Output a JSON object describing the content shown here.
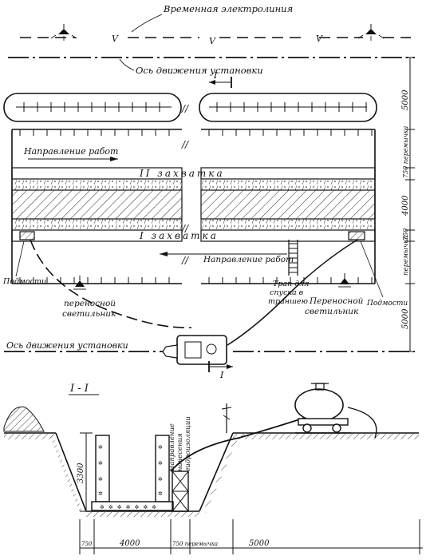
{
  "labels": {
    "temp_power_line": "Временная электролиния",
    "line_marker": "V",
    "axis_top": "Ось движения установки",
    "axis_bottom": "Ось движения установки",
    "section_mark": "I",
    "work_direction_top": "Направление работ",
    "work_direction_bottom": "Направление работ",
    "grip_2": "II захватка",
    "grip_1": "I захватка",
    "scaffold": "Подмости",
    "scaffold_right": "Подмости",
    "portable_lamp_left": "переносной светильник",
    "portable_lamp_right": "Переносной светильник",
    "ladder": "Трап для спуска в траншею",
    "section_title": "I - I",
    "spray_direction": "Направление нанесения гидроизоляции"
  },
  "dimensions": {
    "right_5000_top": "5000",
    "right_750_top": "750 перемычка",
    "right_4000": "4000",
    "right_750_bottom": "750",
    "right_peremychka": "перемычка",
    "right_5000_bottom": "5000",
    "depth_3300": "3300",
    "bottom_750_left": "750",
    "bottom_4000": "4000",
    "bottom_750_right": "750 перемычка",
    "bottom_5000": "5000"
  }
}
